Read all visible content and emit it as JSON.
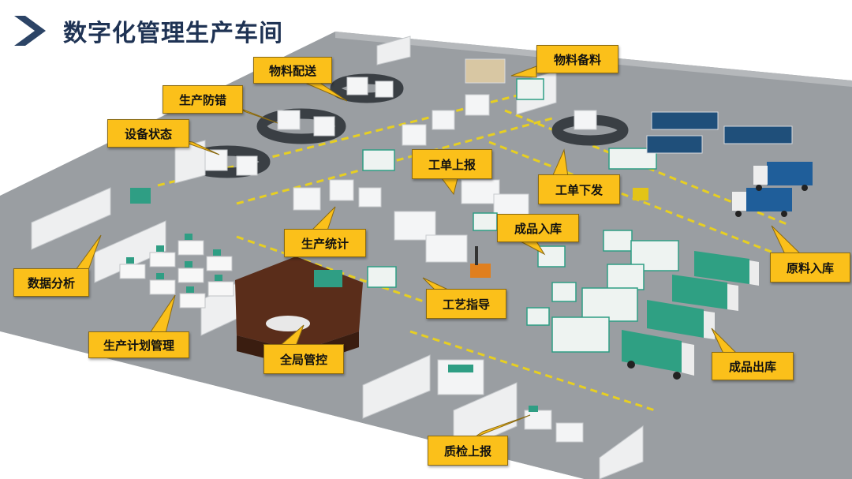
{
  "title": "数字化管理生产车间",
  "accent": "#1f3354",
  "callout_color": "#fbc01a",
  "factory_colors": {
    "floor": "#9a9ea2",
    "walls": "#f1f2f3",
    "teal": "#2f9e84",
    "truck_body": "#2fa083",
    "yellow_lane": "#e7cf22"
  },
  "callouts": {
    "wuliao_peisong": "物料配送",
    "wuliao_beiliao": "物料备料",
    "shengchan_fangcuo": "生产防错",
    "shebei_zhuangtai": "设备状态",
    "gongdan_shangbao": "工单上报",
    "gongdan_xiafa": "工单下发",
    "shengchan_tongji": "生产统计",
    "chengpin_ruku": "成品入库",
    "shuju_fenxi": "数据分析",
    "yuanliao_ruku": "原料入库",
    "gongyi_zhidao": "工艺指导",
    "shengchan_jihua": "生产计划管理",
    "quanju_guankong": "全局管控",
    "chengpin_chuku": "成品出库",
    "zhijian_shangbao": "质检上报"
  }
}
